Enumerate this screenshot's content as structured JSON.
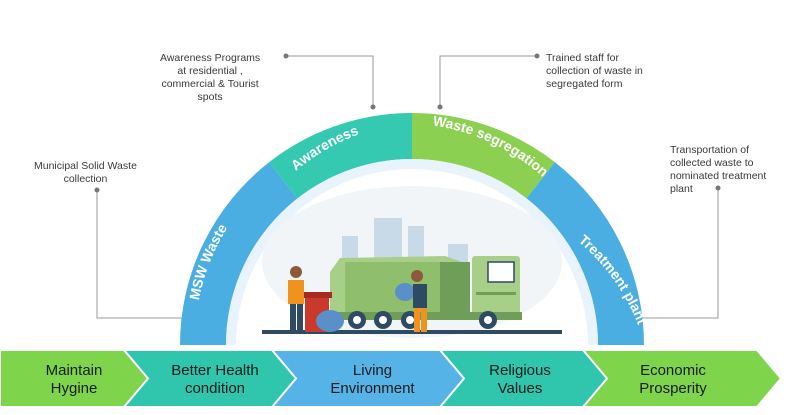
{
  "arc_segments": [
    {
      "label": "MSW Waste",
      "color": "#4aaee3"
    },
    {
      "label": "Awareness",
      "color": "#36c9b1"
    },
    {
      "label": "Waste segregation",
      "color": "#8cd052"
    },
    {
      "label": "Treatment plant",
      "color": "#4aaee3"
    }
  ],
  "notes": {
    "msw": "Municipal Solid Waste\ncollection",
    "awareness": "Awareness Programs\nat residential ,\ncommercial & Tourist\nspots",
    "segregation": "Trained staff  for\ncollection of waste in\nsegregated form",
    "treatment": "Transportation of\ncollected waste to\nnominated treatment\nplant"
  },
  "outcomes": [
    {
      "label": "Maintain\nHygine",
      "color": "#7ed44a"
    },
    {
      "label": "Better Health\ncondition",
      "color": "#2fc6ad"
    },
    {
      "label": "Living\nEnvironment",
      "color": "#55b3e8"
    },
    {
      "label": "Religious\nValues",
      "color": "#2fc6ad"
    },
    {
      "label": "Economic\nProsperity",
      "color": "#7ed44a"
    }
  ],
  "illustration": {
    "name": "garbage-truck-collection-illustration"
  }
}
